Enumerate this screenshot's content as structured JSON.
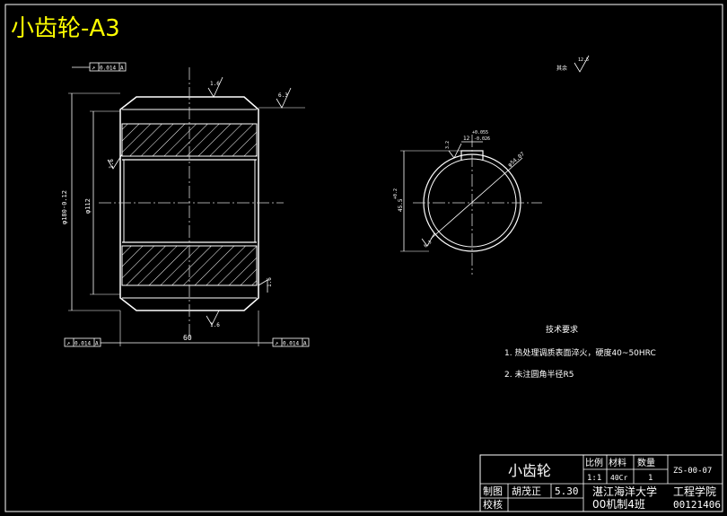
{
  "sheet_title": "小齿轮-A3",
  "colors": {
    "background": "#000000",
    "outline": "#ffffff",
    "title_yellow": "#ffff00",
    "centerline": "#d7d7d7"
  },
  "front_view": {
    "runout_top_left": {
      "symbol": "↗",
      "value": "0.014",
      "datum": "A"
    },
    "runout_bottom_left": {
      "symbol": "↗",
      "value": "0.014",
      "datum": "A"
    },
    "runout_bottom_right": {
      "symbol": "↗",
      "value": "0.014",
      "datum": "A"
    },
    "roughness_1": "1.6",
    "roughness_2": "6.3",
    "roughness_3": "1.6",
    "roughness_4": "1.6",
    "roughness_5": "1.6",
    "dim_outer": "φ180-0.12",
    "dim_bore": "φ112",
    "dim_width": "60"
  },
  "side_view": {
    "roughness_note_label": "其余",
    "roughness_note_value": "12.5",
    "dim_keyway_width": "12",
    "dim_keyway_tol": "+0.055",
    "dim_keyway_tol2": "-0.026",
    "dim_roughness_key": "3.2",
    "dim_diameter": "φ54.07",
    "dim_height": "45.5",
    "dim_height_tol": "+0.2",
    "dim_bore_rough": "6.3"
  },
  "tech_requirements": {
    "heading": "技术要求",
    "items": [
      "1.  热处理调质表面淬火，硬度40~50HRC",
      "2.  未注圆角半径R5"
    ]
  },
  "title_block": {
    "part_name": "小齿轮",
    "h_scale": "比例",
    "h_material": "材料",
    "h_qty": "数量",
    "scale": "1:1",
    "material": "40Cr",
    "qty": "1",
    "drawing_no": "ZS-00-07",
    "drafter_label": "制图",
    "drafter_name": "胡茂正",
    "date": "5.30",
    "checker_label": "校核",
    "school": "湛江海洋大学",
    "college": "工程学院",
    "class": "00机制4班",
    "student_no": "00121406"
  }
}
